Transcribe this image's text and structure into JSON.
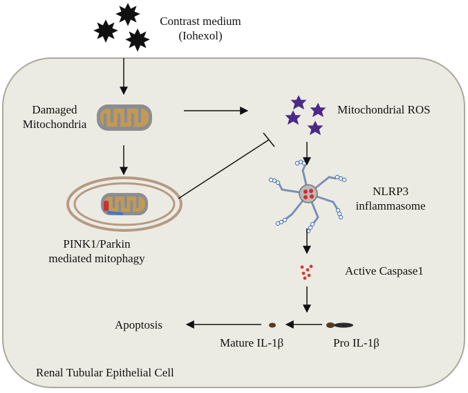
{
  "diagram": {
    "labels": {
      "contrast_medium_line1": "Contrast medium",
      "contrast_medium_line2": "(Iohexol)",
      "damaged_line1": "Damaged",
      "damaged_line2": "Mitochondria",
      "mito_ros": "Mitochondrial ROS",
      "nlrp3_line1": "NLRP3",
      "nlrp3_line2": "inflammasome",
      "mitophagy_line1": "PINK1/Parkin",
      "mitophagy_line2": "mediated mitophagy",
      "caspase": "Active Caspase1",
      "apoptosis": "Apoptosis",
      "mature_il": "Mature IL-1β",
      "pro_il": "Pro IL-1β",
      "cell": "Renal Tubular Epithelial Cell"
    },
    "colors": {
      "cell_fill": "#ecebe3",
      "cell_stroke": "#a9a89b",
      "mito_outer": "#8b8d91",
      "mito_inner": "#c39a54",
      "ros_star": "#4b2a86",
      "contrast_star": "#111111",
      "caspase_dot": "#d33b3b",
      "il_fill": "#5a3a1c",
      "arrow": "#111111"
    },
    "icons": [
      "contrast-star-icon",
      "mitochondria-icon",
      "autophagosome-icon",
      "ros-star-icon",
      "inflammasome-icon",
      "caspase-dots-icon",
      "il-1b-icon"
    ]
  }
}
